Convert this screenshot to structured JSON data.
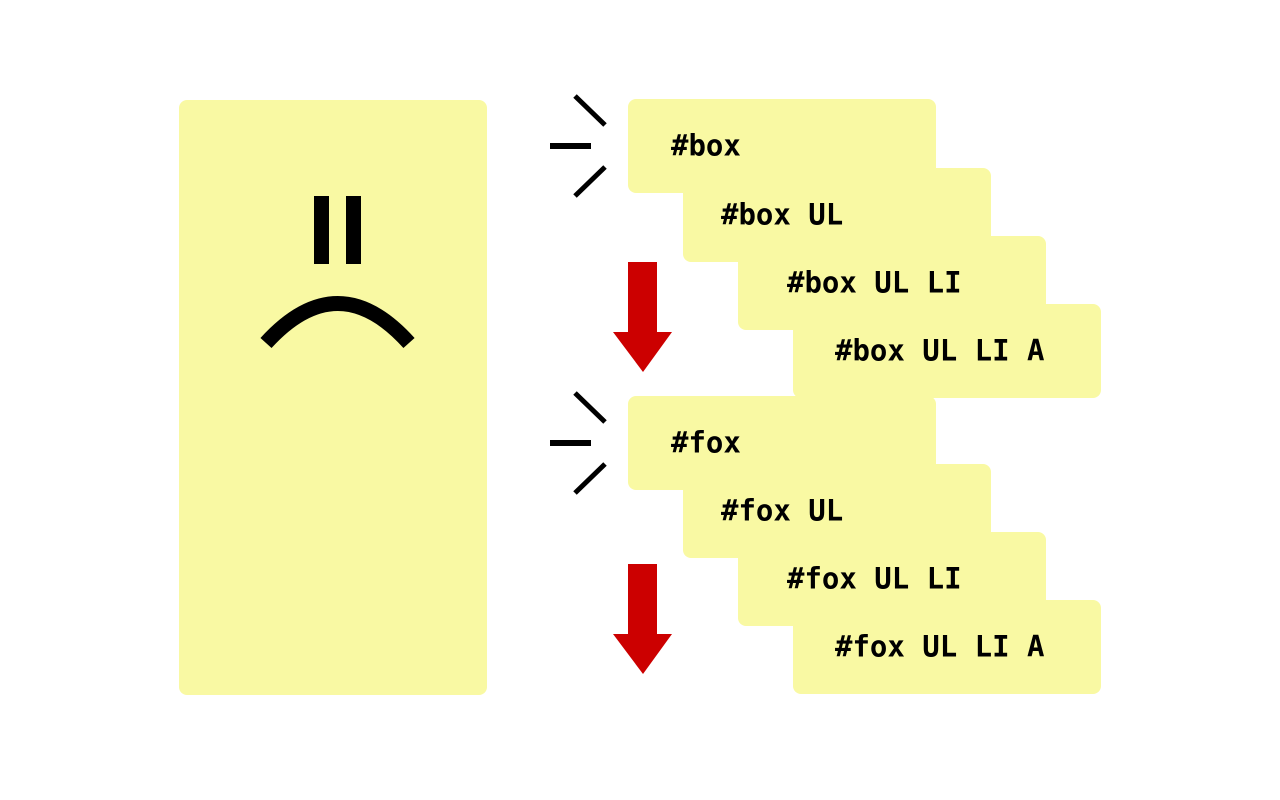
{
  "colors": {
    "card": "#f9f9a3",
    "ink": "#000000",
    "arrow": "#cc0000",
    "background": "#ffffff"
  },
  "icons": {
    "face": "sad-face-icon",
    "burst": "emphasis-burst-icon",
    "arrow": "arrow-down-icon"
  },
  "groups": [
    {
      "selectors": [
        "#box",
        "#box UL",
        "#box UL LI",
        "#box UL LI A"
      ]
    },
    {
      "selectors": [
        "#fox",
        "#fox UL",
        "#fox UL LI",
        "#fox UL LI A"
      ]
    }
  ]
}
